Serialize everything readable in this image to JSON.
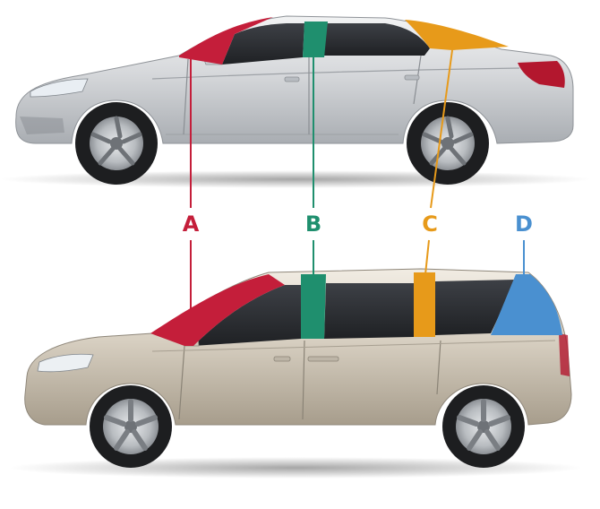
{
  "pillars": [
    {
      "id": "a",
      "label": "A",
      "color": "#c41e3a"
    },
    {
      "id": "b",
      "label": "B",
      "color": "#1f8f6e"
    },
    {
      "id": "c",
      "label": "C",
      "color": "#e79a1a"
    },
    {
      "id": "d",
      "label": "D",
      "color": "#4a90d0"
    }
  ],
  "vehicles": [
    {
      "kind": "sedan",
      "body_color": "#d6d8db"
    },
    {
      "kind": "minivan",
      "body_color": "#d8d0c2"
    }
  ]
}
